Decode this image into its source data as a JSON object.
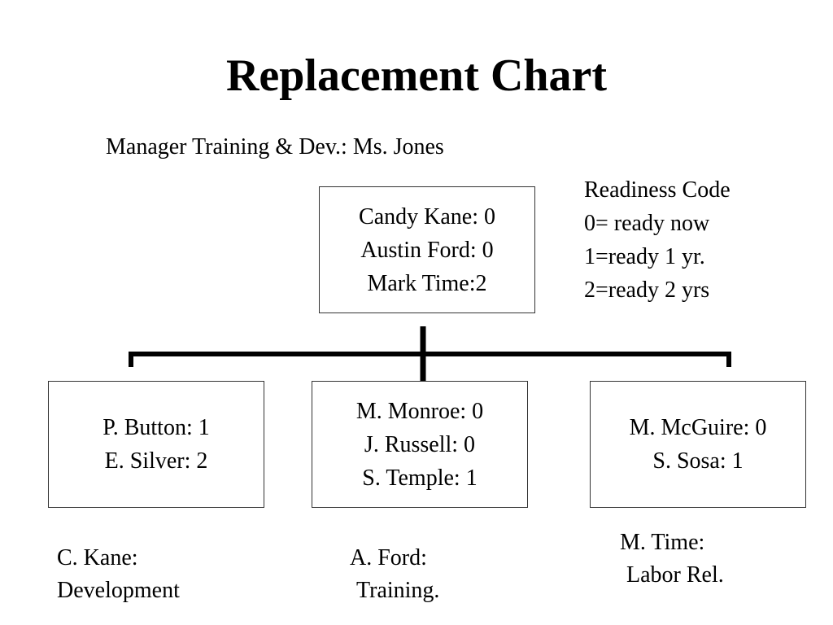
{
  "title": "Replacement Chart",
  "manager": "Manager Training & Dev.: Ms. Jones",
  "legend": [
    "Readiness Code",
    "0= ready now",
    "1=ready 1 yr.",
    "2=ready 2 yrs"
  ],
  "top_box": [
    "Candy Kane: 0",
    "Austin Ford: 0",
    "Mark Time:2"
  ],
  "left_box": [
    "P. Button: 1",
    "E. Silver: 2"
  ],
  "mid_box": [
    "M. Monroe: 0",
    "J. Russell: 0",
    "S. Temple: 1"
  ],
  "right_box": [
    "M. McGuire: 0",
    "S. Sosa: 1"
  ],
  "notes": {
    "kane": [
      "C. Kane:",
      "Development"
    ],
    "ford": [
      "A. Ford:",
      "Training."
    ],
    "time": [
      "M. Time:",
      "Labor Rel."
    ]
  }
}
